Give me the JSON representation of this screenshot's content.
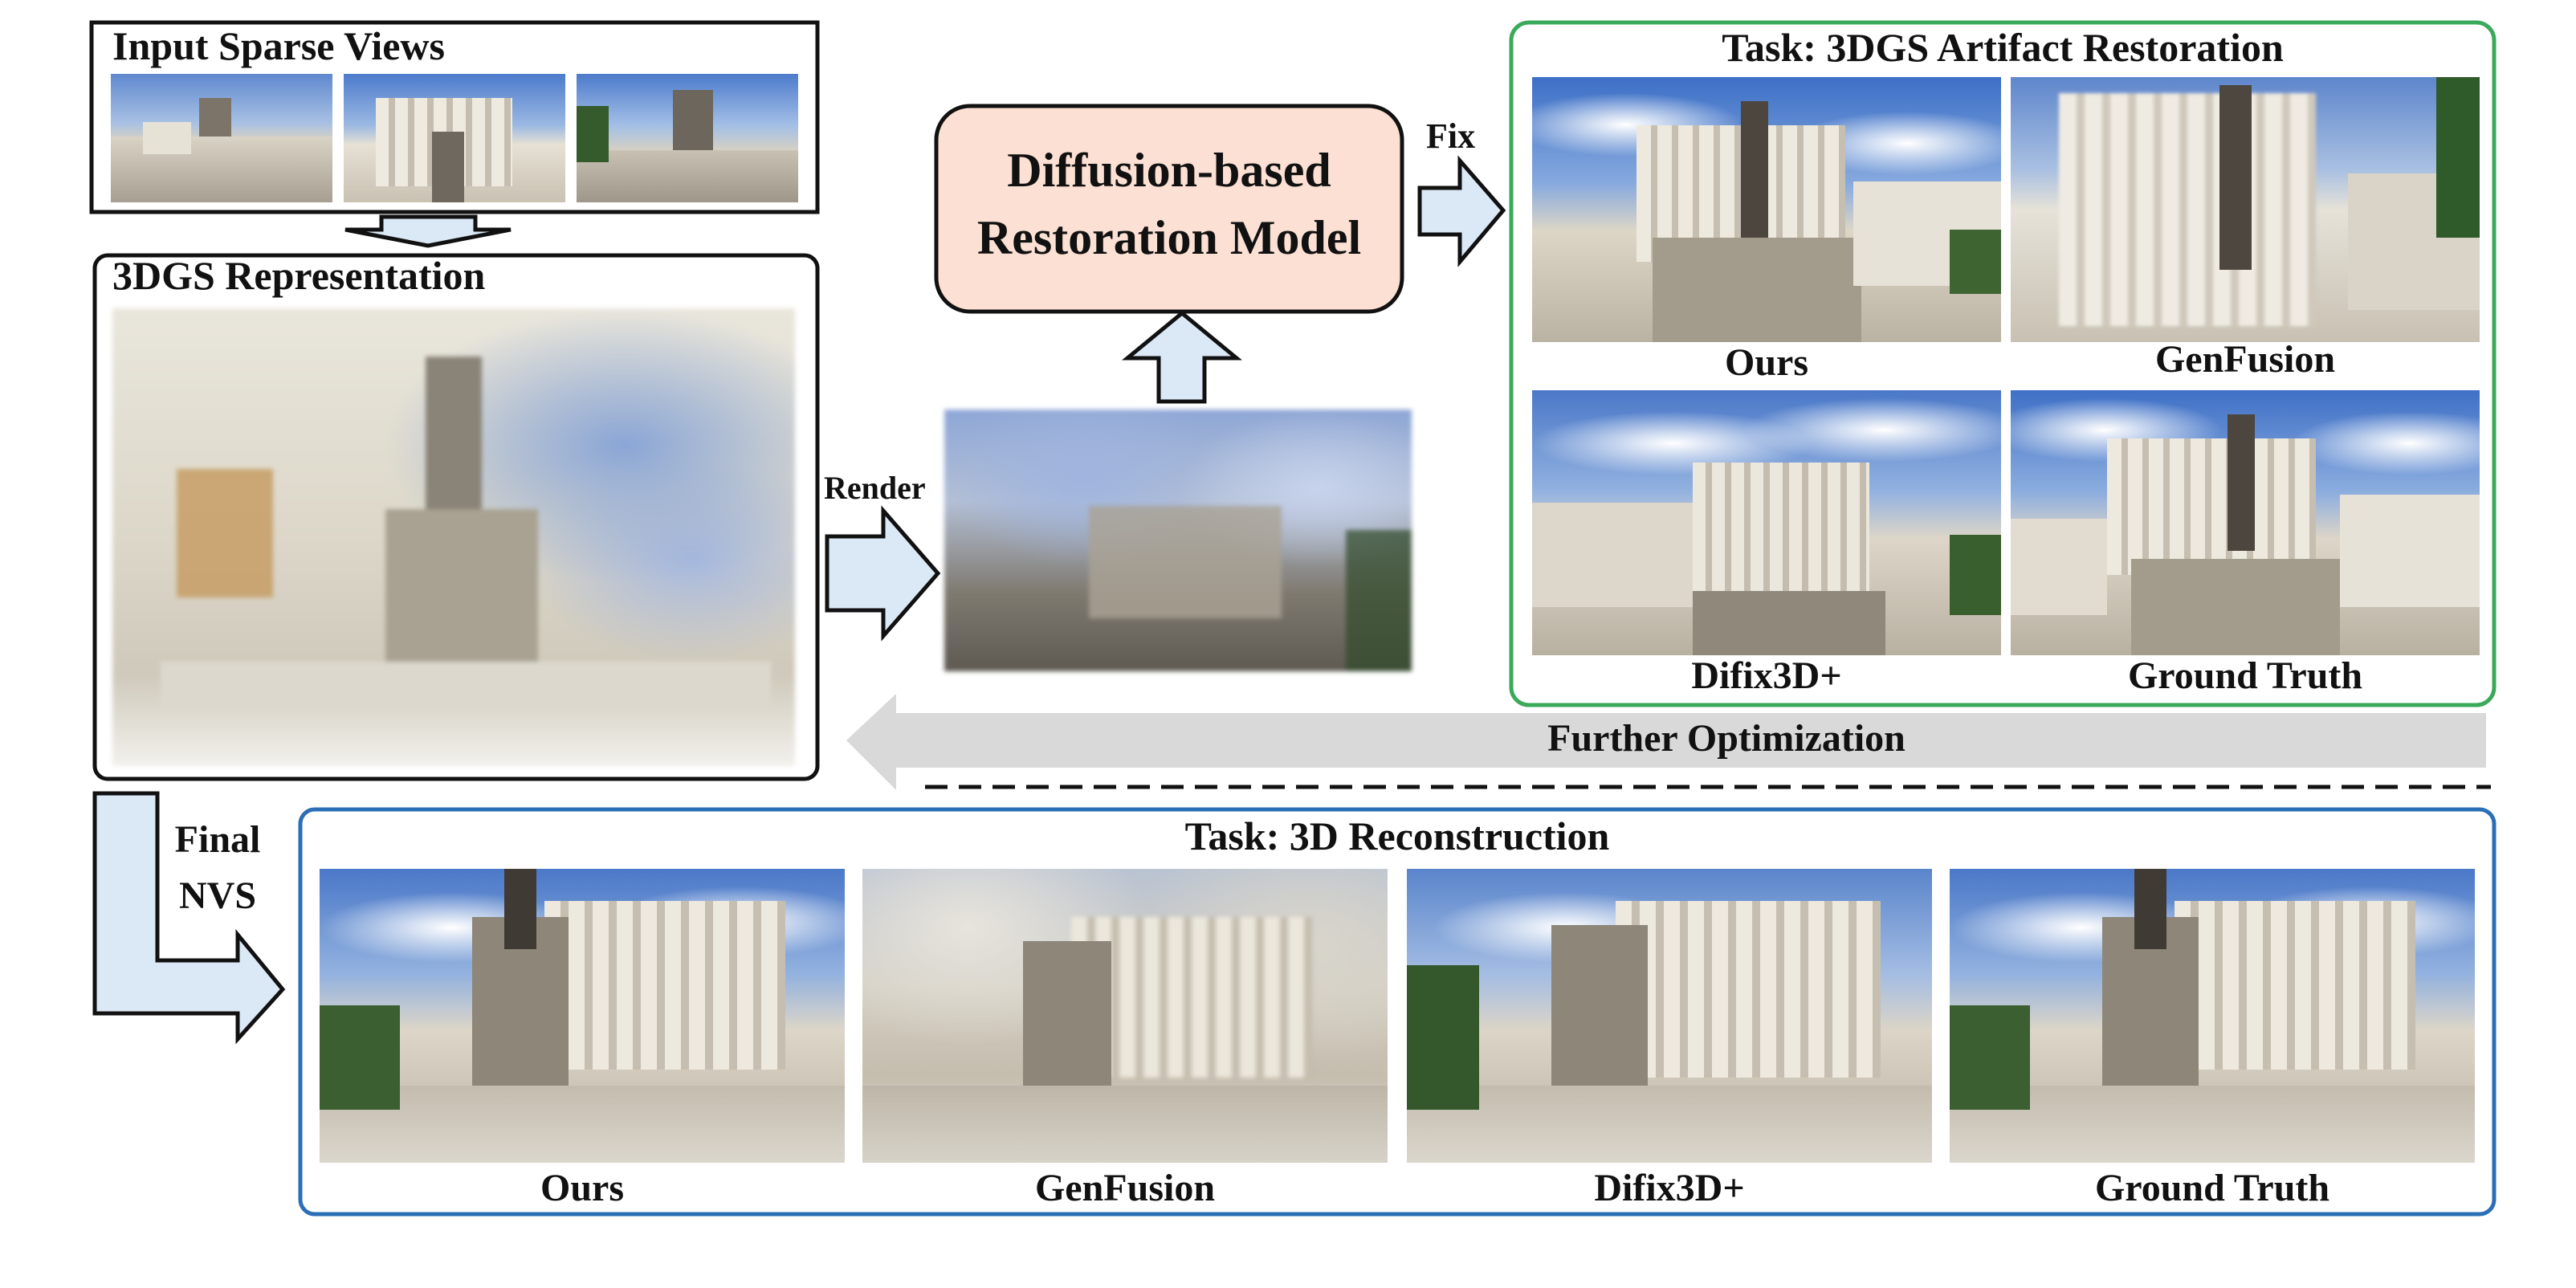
{
  "input_panel": {
    "title": "Input Sparse Views"
  },
  "representation_panel": {
    "title": "3DGS Representation"
  },
  "render_arrow": {
    "label": "Render"
  },
  "model_box": {
    "line1": "Diffusion-based",
    "line2": "Restoration Model",
    "fill_color": "#fbe0d3"
  },
  "fix_arrow": {
    "label": "Fix"
  },
  "restoration_panel": {
    "title": "Task: 3DGS Artifact Restoration",
    "border_color": "#3aaa5a",
    "captions": [
      "Ours",
      "GenFusion",
      "Difix3D+",
      "Ground Truth"
    ]
  },
  "optimization_arrow": {
    "label": "Further Optimization",
    "color": "#d9d9d9"
  },
  "final_arrow": {
    "line1": "Final",
    "line2": "NVS"
  },
  "reconstruction_panel": {
    "title": "Task: 3D Reconstruction",
    "border_color": "#2a6fb5",
    "captions": [
      "Ours",
      "GenFusion",
      "Difix3D+",
      "Ground Truth"
    ]
  },
  "arrow_fill": "#dbe8f6"
}
